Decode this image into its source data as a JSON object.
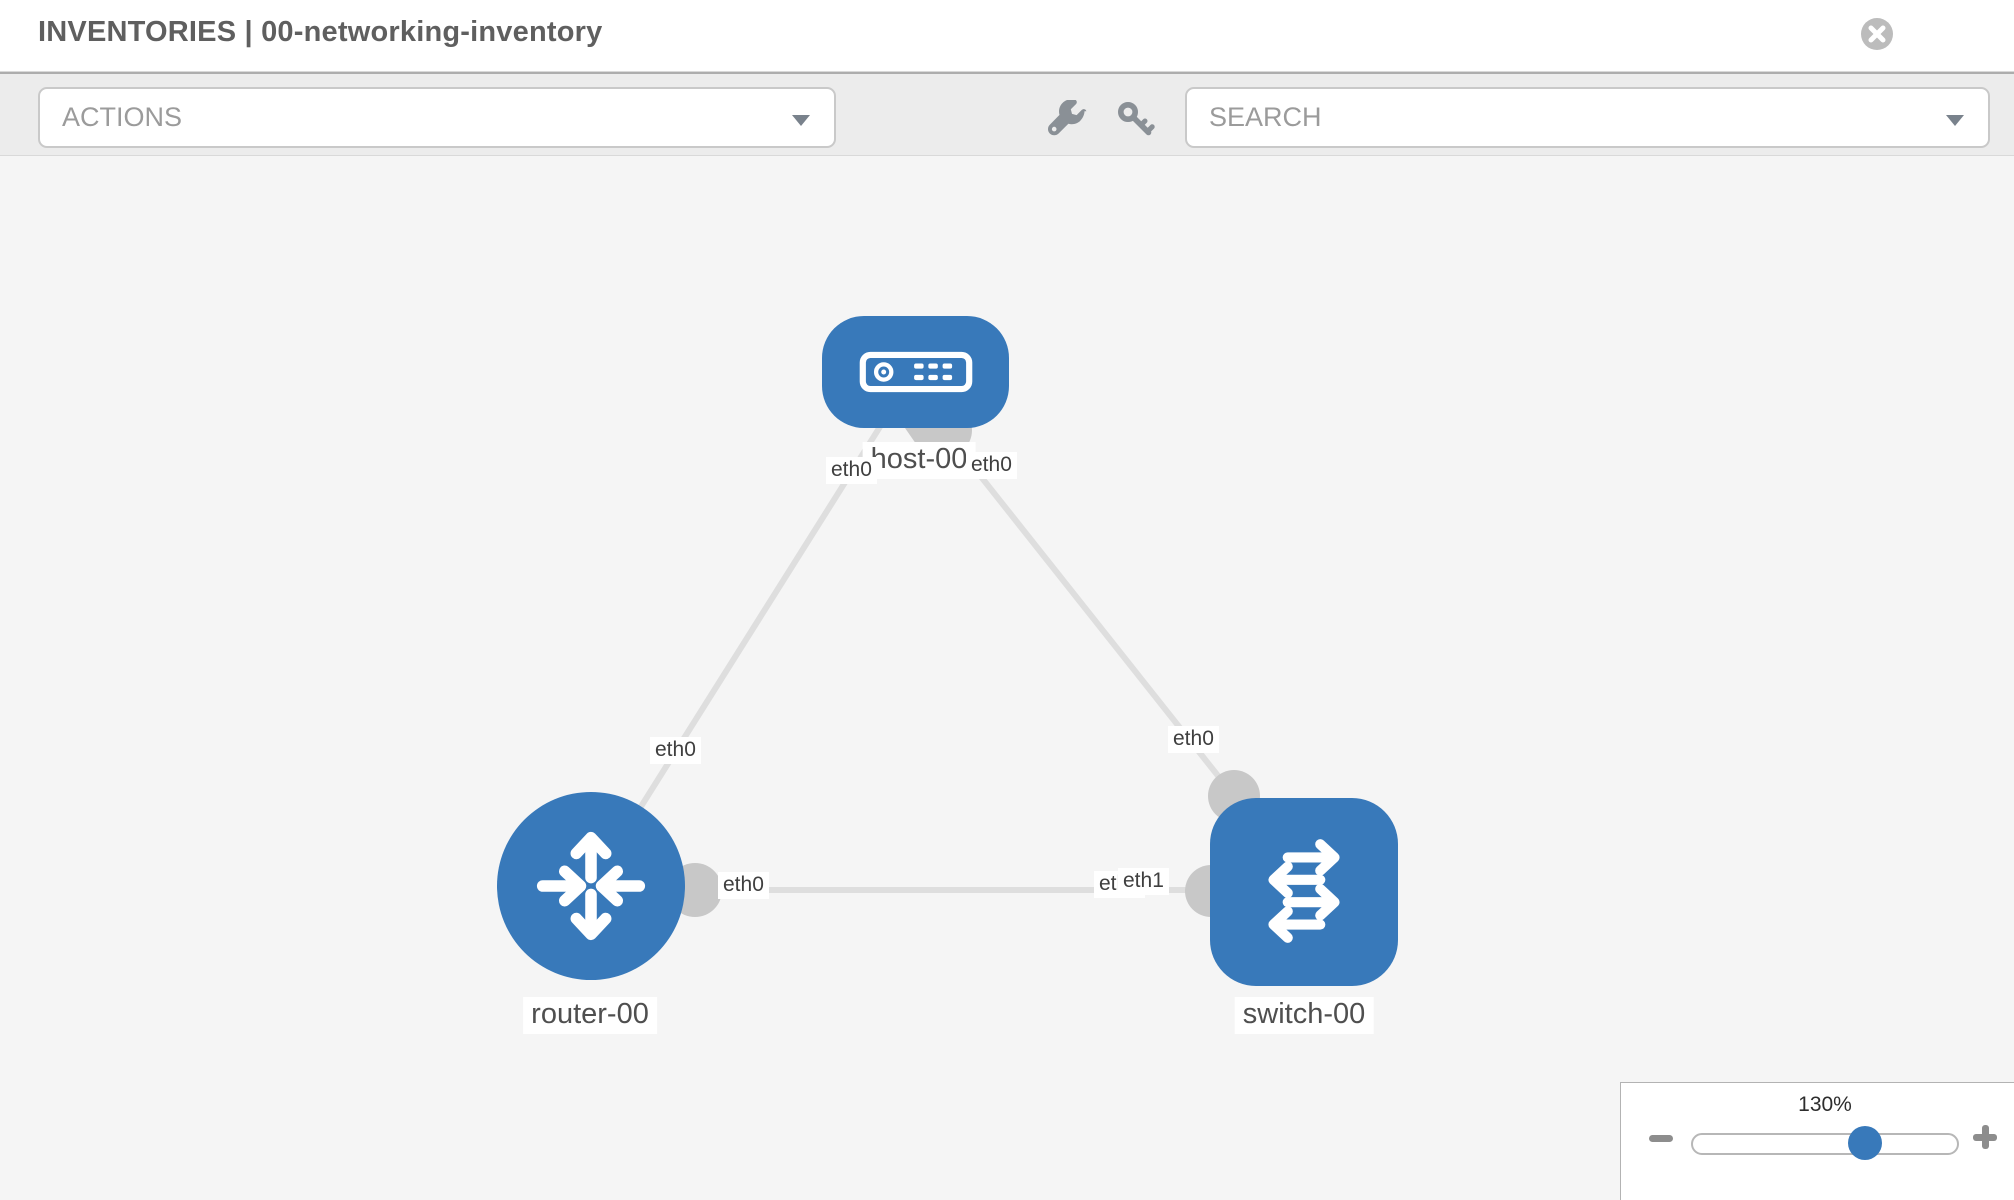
{
  "header": {
    "title": "INVENTORIES | 00-networking-inventory",
    "close_icon": "x-circle-icon"
  },
  "toolbar": {
    "actions_label": "ACTIONS",
    "search_placeholder": "SEARCH",
    "wrench_icon": "wrench-icon",
    "key_icon": "key-icon"
  },
  "canvas": {
    "nodes": [
      {
        "id": "host-00",
        "type": "host",
        "label": "host-00"
      },
      {
        "id": "router-00",
        "type": "router",
        "label": "router-00"
      },
      {
        "id": "switch-00",
        "type": "switch",
        "label": "switch-00"
      }
    ],
    "links": [
      {
        "from": "host-00",
        "to": "router-00",
        "from_iface": "eth0",
        "to_iface": "eth0"
      },
      {
        "from": "host-00",
        "to": "switch-00",
        "from_iface": "eth0",
        "to_iface": "eth0"
      },
      {
        "from": "router-00",
        "to": "switch-00",
        "from_iface": "eth0",
        "to_iface": "eth1"
      }
    ],
    "iface_labels": [
      "eth0",
      "eth0",
      "eth0",
      "eth0",
      "eth0",
      "eth0",
      "eth1"
    ]
  },
  "zoom_control": {
    "percent_label": "130%"
  },
  "colors": {
    "node_blue": "#3879ba",
    "canvas_bg": "#f5f5f5",
    "toolbar_bg": "#ececec",
    "link_gray": "#dedede",
    "bubble_gray": "#c8c8c8"
  }
}
